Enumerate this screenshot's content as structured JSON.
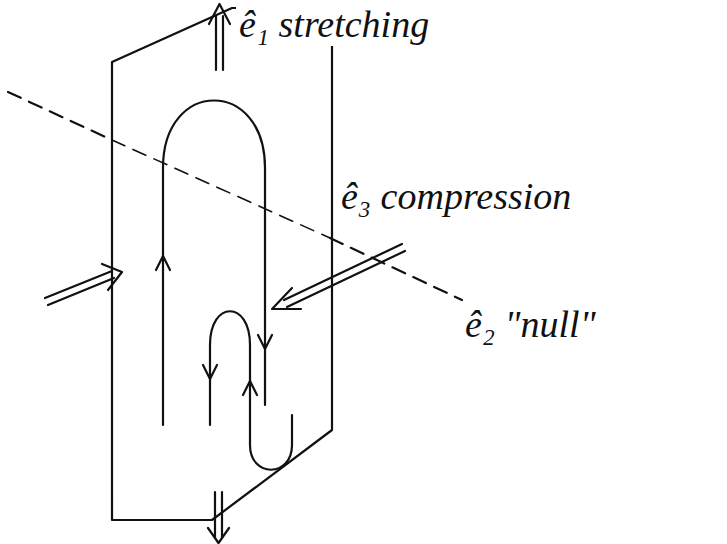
{
  "diagram": {
    "labels": [
      "ê₁ stretching",
      "ê₃ compression",
      "ê₂ \"null\""
    ]
  }
}
